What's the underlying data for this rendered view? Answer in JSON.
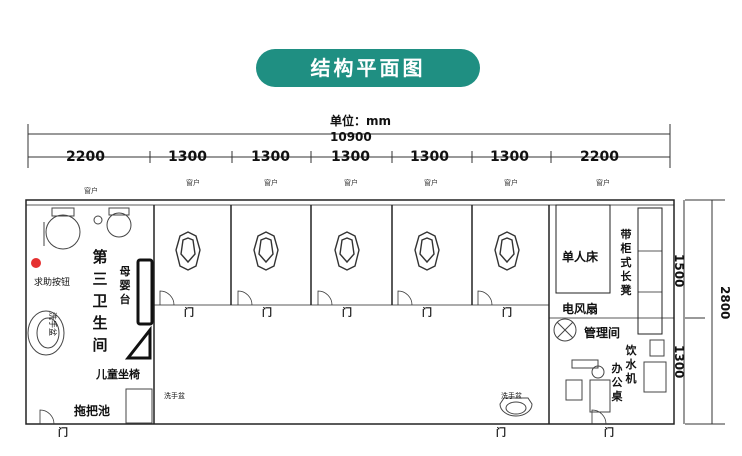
{
  "title": "结构平面图",
  "unit_label": "单位：mm",
  "dimensions": {
    "total": "10900",
    "segments": [
      "2200",
      "1300",
      "1300",
      "1300",
      "1300",
      "1300",
      "2200"
    ],
    "right_top": "1500",
    "right_total": "2800",
    "right_bottom": "1300"
  },
  "window_label": "窗户",
  "door_label": "门",
  "rooms": {
    "third_toilet_chars": [
      "第",
      "三",
      "卫",
      "生",
      "间"
    ],
    "help_button": "求助按钮",
    "wash_basin": "洗手盆",
    "baby_table_chars": [
      "母",
      "婴",
      "台"
    ],
    "child_seat": "儿童坐椅",
    "mop_pool": "拖把池",
    "single_bed": "单人床",
    "fan": "电风扇",
    "management": "管理间",
    "bench_chars": [
      "带",
      "柜",
      "式",
      "长",
      "凳"
    ],
    "water_dispenser_chars": [
      "饮",
      "水",
      "机"
    ],
    "office_desk_chars": [
      "办",
      "公",
      "桌"
    ]
  }
}
